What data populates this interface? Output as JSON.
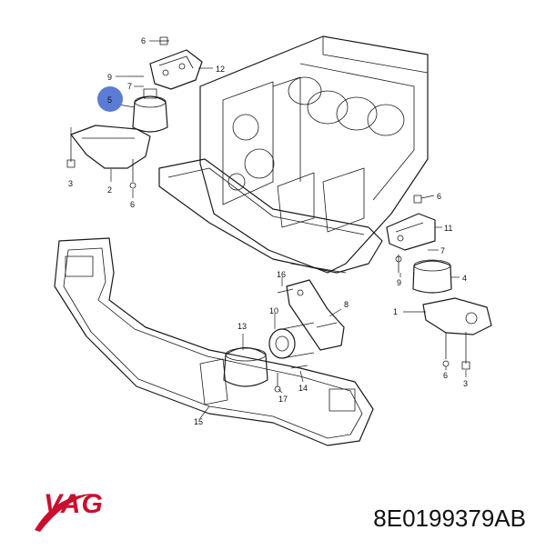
{
  "brand": {
    "name": "VAG",
    "color": "#c8102e"
  },
  "part_number": "8E0199379AB",
  "highlight": {
    "label": "5",
    "color": "#5b7bd5"
  },
  "callouts": {
    "c6a": "6",
    "c9a": "9",
    "c12": "12",
    "c7a": "7",
    "c3a": "3",
    "c2": "2",
    "c6b": "6",
    "c6c": "6",
    "c11": "11",
    "c7b": "7",
    "c9b": "9",
    "c4": "4",
    "c1": "1",
    "c16": "16",
    "c10": "10",
    "c13": "13",
    "c8": "8",
    "c14": "14",
    "c17": "17",
    "c15": "15",
    "c6d": "6",
    "c3b": "3"
  }
}
